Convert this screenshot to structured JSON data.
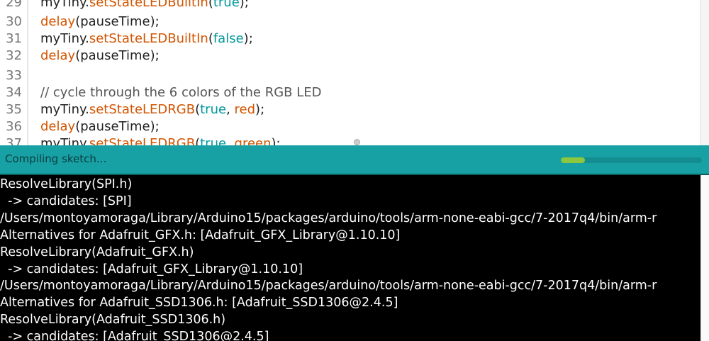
{
  "editor": {
    "lines": [
      {
        "num": "29",
        "parts": [
          [
            "",
            "myTiny."
          ],
          [
            "fn",
            "setStateLEDBuiltIn"
          ],
          [
            "",
            "("
          ],
          [
            "kw",
            "true"
          ],
          [
            "",
            ");"
          ]
        ]
      },
      {
        "num": "30",
        "parts": [
          [
            "fn",
            "delay"
          ],
          [
            "",
            "(pauseTime);"
          ]
        ]
      },
      {
        "num": "31",
        "parts": [
          [
            "",
            "myTiny."
          ],
          [
            "fn",
            "setStateLEDBuiltIn"
          ],
          [
            "",
            "("
          ],
          [
            "kw",
            "false"
          ],
          [
            "",
            ");"
          ]
        ]
      },
      {
        "num": "32",
        "parts": [
          [
            "fn",
            "delay"
          ],
          [
            "",
            "(pauseTime);"
          ]
        ]
      },
      {
        "num": "33",
        "parts": []
      },
      {
        "num": "34",
        "parts": [
          [
            "cm",
            "// cycle through the 6 colors of the RGB LED"
          ]
        ]
      },
      {
        "num": "35",
        "parts": [
          [
            "",
            "myTiny."
          ],
          [
            "fn",
            "setStateLEDRGB"
          ],
          [
            "",
            "("
          ],
          [
            "kw",
            "true"
          ],
          [
            "",
            ", "
          ],
          [
            "fn",
            "red"
          ],
          [
            "",
            ");"
          ]
        ]
      },
      {
        "num": "36",
        "parts": [
          [
            "fn",
            "delay"
          ],
          [
            "",
            "(pauseTime);"
          ]
        ]
      },
      {
        "num": "37",
        "parts": [
          [
            "",
            "myTiny."
          ],
          [
            "fn",
            "setStateLEDRGB"
          ],
          [
            "",
            "("
          ],
          [
            "kw",
            "true"
          ],
          [
            "",
            ", "
          ],
          [
            "fn",
            "green"
          ],
          [
            "",
            ");"
          ]
        ]
      }
    ]
  },
  "status": {
    "text": "Compiling sketch...",
    "progress_percent": 17,
    "accent": "#17a1a5",
    "progress_color": "#8dc63f"
  },
  "console": {
    "lines": [
      "ResolveLibrary(SPI.h)",
      "  -> candidates: [SPI]",
      "/Users/montoyamoraga/Library/Arduino15/packages/arduino/tools/arm-none-eabi-gcc/7-2017q4/bin/arm-r",
      "Alternatives for Adafruit_GFX.h: [Adafruit_GFX_Library@1.10.10]",
      "ResolveLibrary(Adafruit_GFX.h)",
      "  -> candidates: [Adafruit_GFX_Library@1.10.10]",
      "/Users/montoyamoraga/Library/Arduino15/packages/arduino/tools/arm-none-eabi-gcc/7-2017q4/bin/arm-r",
      "Alternatives for Adafruit_SSD1306.h: [Adafruit_SSD1306@2.4.5]",
      "ResolveLibrary(Adafruit_SSD1306.h)",
      "  -> candidates: [Adafruit_SSD1306@2.4.5]"
    ]
  }
}
